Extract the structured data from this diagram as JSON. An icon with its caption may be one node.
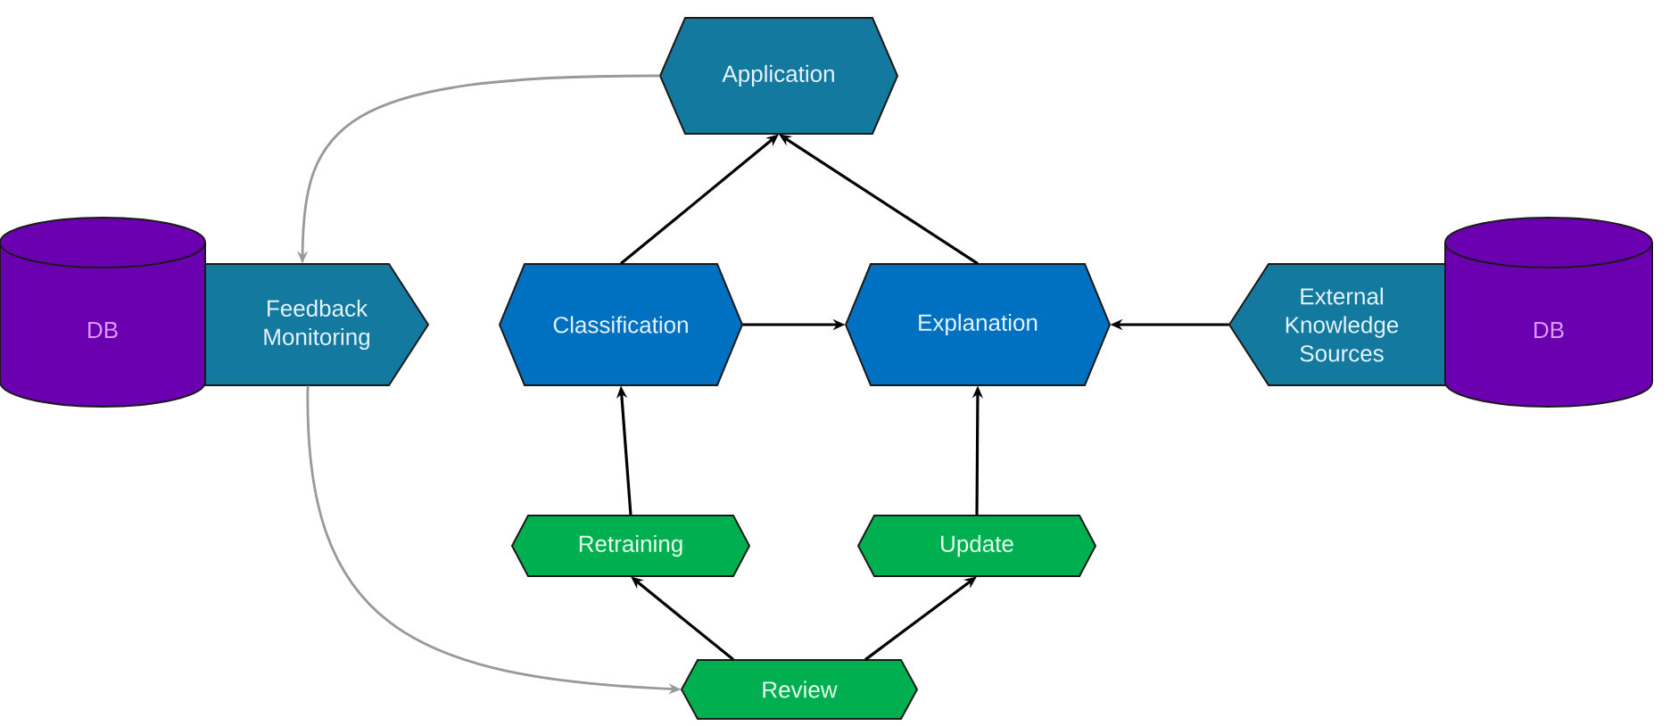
{
  "diagram": {
    "nodes": [
      {
        "text": [
          "Application"
        ]
      },
      {
        "text": [
          "DB"
        ]
      },
      {
        "text": [
          "Feedback Monitoring"
        ]
      },
      {
        "text": [
          "Classification"
        ]
      },
      {
        "text": [
          "Explanation"
        ]
      },
      {
        "text": [
          "External Knowledge Sources"
        ]
      },
      {
        "text": [
          "DB"
        ]
      },
      {
        "text": [
          "Retraining"
        ]
      },
      {
        "text": [
          "Update"
        ]
      },
      {
        "text": [
          "Review"
        ]
      }
    ],
    "edges": [
      {
        "from": 0,
        "to": 2,
        "arrow": "to",
        "color": "#999999"
      },
      {
        "from": 2,
        "to": 9,
        "arrow": "to",
        "color": "#999999"
      },
      {
        "from": 3,
        "to": 0,
        "arrow": "to"
      },
      {
        "from": 4,
        "to": 0,
        "arrow": "to"
      },
      {
        "from": 3,
        "to": 4,
        "arrow": "to"
      },
      {
        "from": 5,
        "to": 4,
        "arrow": "to"
      },
      {
        "from": 7,
        "to": 3,
        "arrow": "to"
      },
      {
        "from": 8,
        "to": 4,
        "arrow": "to"
      },
      {
        "from": 9,
        "to": 7,
        "arrow": "to"
      },
      {
        "from": 9,
        "to": 8,
        "arrow": "to"
      }
    ]
  }
}
